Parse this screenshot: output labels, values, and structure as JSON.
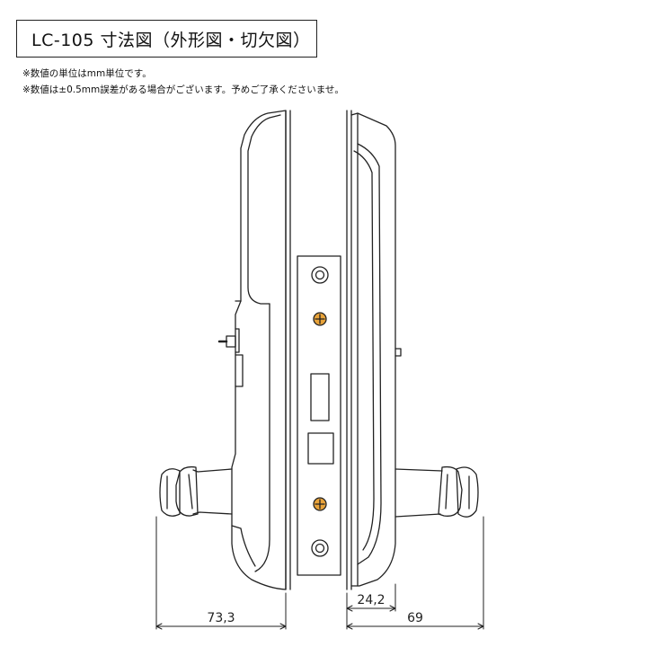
{
  "title": "LC-105 寸法図（外形図・切欠図）",
  "notes": [
    "※数値の単位はmm単位です。",
    "※数値は±0.5mm誤差がある場合がございます。予めご了承くださいませ。"
  ],
  "dimensions": {
    "outer_width": "73,3",
    "inner_depth": "24,2",
    "inner_total": "69"
  },
  "colors": {
    "line": "#222222",
    "screw_fill": "#e8a33a",
    "plate_fill": "#ffffff"
  }
}
